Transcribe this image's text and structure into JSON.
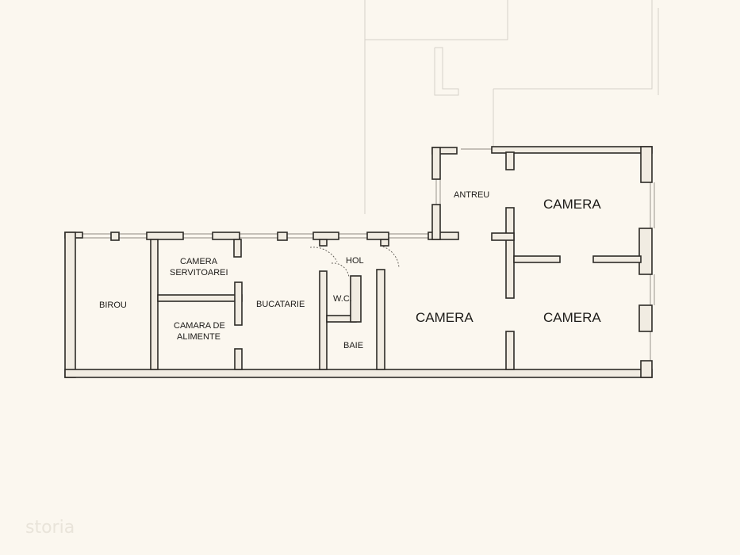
{
  "rooms": {
    "antreu": "ANTREU",
    "camera_top": "CAMERA",
    "camera_servitoarei_1": "CAMERA",
    "camera_servitoarei_2": "SERVITOAREI",
    "hol": "HOL",
    "birou": "BIROU",
    "bucatarie": "BUCATARIE",
    "wc": "W.C.",
    "camara_1": "CAMARA DE",
    "camara_2": "ALIMENTE",
    "baie": "BAIE",
    "camera_middle": "CAMERA",
    "camera_right": "CAMERA"
  },
  "watermark": "storia",
  "colors": {
    "background": "#fbf7ef",
    "wall": "#2e2b27",
    "wall_fill": "#f1ece2"
  }
}
